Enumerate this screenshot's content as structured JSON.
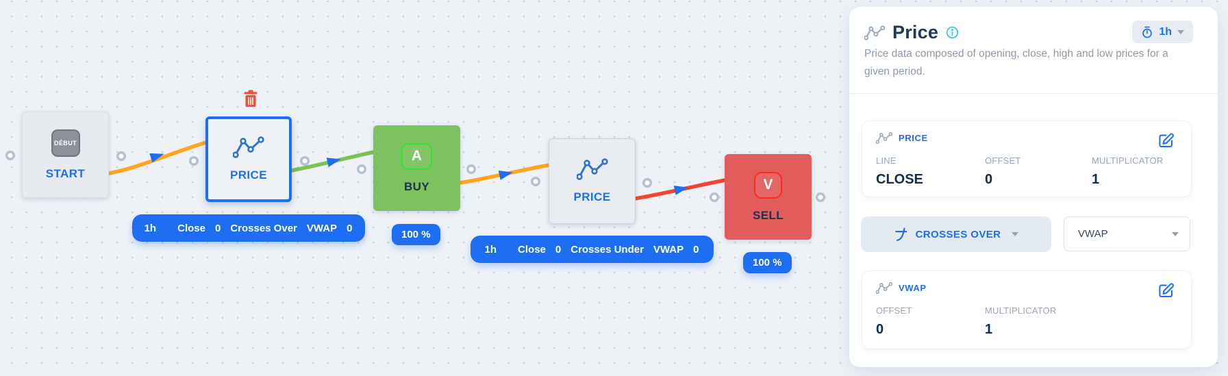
{
  "canvas": {
    "nodes": [
      {
        "id": "start",
        "label": "START",
        "badge": "DÉBUT",
        "type": "start"
      },
      {
        "id": "price-1",
        "label": "PRICE",
        "type": "indicator",
        "selected": true
      },
      {
        "id": "buy",
        "label": "BUY",
        "badge": "A",
        "type": "buy"
      },
      {
        "id": "price-2",
        "label": "PRICE",
        "type": "indicator",
        "selected": false
      },
      {
        "id": "sell",
        "label": "SELL",
        "badge": "V",
        "type": "sell"
      }
    ],
    "condition_badges": [
      {
        "interval": "1h",
        "left": "Close",
        "left_offset": "0",
        "operator": "Crosses Over",
        "right": "VWAP",
        "right_offset": "0"
      },
      {
        "interval": "1h",
        "left": "Close",
        "left_offset": "0",
        "operator": "Crosses Under",
        "right": "VWAP",
        "right_offset": "0"
      }
    ],
    "quantity_badges": [
      "100 %",
      "100 %"
    ]
  },
  "panel": {
    "title": "Price",
    "interval": "1h",
    "description": "Price data composed of opening, close, high and low prices for a given period.",
    "price_card": {
      "title": "PRICE",
      "fields": [
        {
          "label": "LINE",
          "value": "CLOSE"
        },
        {
          "label": "OFFSET",
          "value": "0"
        },
        {
          "label": "MULTIPLICATOR",
          "value": "1"
        }
      ]
    },
    "operator_button": "CROSSES OVER",
    "operand_select": "VWAP",
    "vwap_card": {
      "title": "VWAP",
      "fields": [
        {
          "label": "OFFSET",
          "value": "0"
        },
        {
          "label": "MULTIPLICATOR",
          "value": "1"
        }
      ]
    }
  },
  "icons": {
    "stopwatch-icon": "stopwatch / clock glyph",
    "line-chart-icon": "zigzag polyline with circle vertices",
    "info-icon": "teal circled i",
    "edit-icon": "square with pencil",
    "crossover-icon": "curve crossing horizontal line",
    "trash-icon": "red trash can",
    "caret-down-icon": "▾",
    "connector-dot": "gray ring port"
  },
  "colors": {
    "primary_blue": "#1d6ef2",
    "buy_green": "#7cc35f",
    "buy_badge_border": "#2fe52f",
    "sell_red": "#e25c5c",
    "sell_badge_border": "#ff2a1f",
    "edge_orange": "#ffa41c",
    "edge_green": "#7dc150",
    "edge_red": "#f34430",
    "info_teal": "#2bc3d7",
    "canvas_bg": "#eef2f7",
    "panel_bg": "#ffffff",
    "text_dark": "#122c4d",
    "text_gray": "#8e99a8"
  }
}
